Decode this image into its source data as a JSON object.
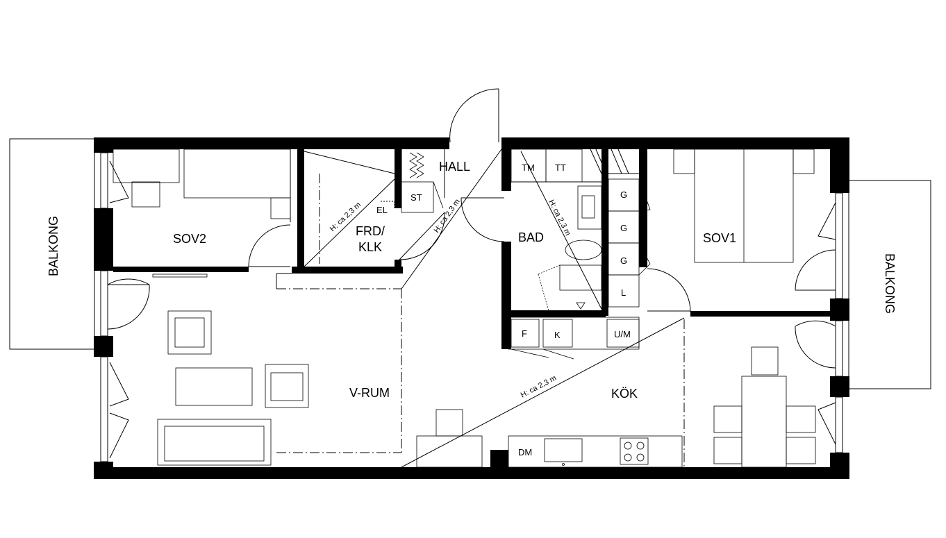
{
  "rooms": {
    "sov2": "SOV2",
    "frd_klk_1": "FRD/",
    "frd_klk_2": "KLK",
    "hall": "HALL",
    "bad": "BAD",
    "sov1": "SOV1",
    "vrum": "V-RUM",
    "kok": "KÖK",
    "balkong_left": "BALKONG",
    "balkong_right": "BALKONG"
  },
  "fixtures": {
    "st": "ST",
    "el": "EL",
    "tm": "TM",
    "tt": "TT",
    "g1": "G",
    "g2": "G",
    "g3": "G",
    "l": "L",
    "f": "F",
    "k": "K",
    "um": "U/M",
    "dm": "DM"
  },
  "ceiling_heights": {
    "frd": "H: ca 2,3 m",
    "hall": "H: ca 2,3 m",
    "bad": "H: ca 2,3 m",
    "kok": "H: ca 2,3 m"
  },
  "colors": {
    "wall": "#000000",
    "line": "#000000",
    "background": "#ffffff"
  }
}
